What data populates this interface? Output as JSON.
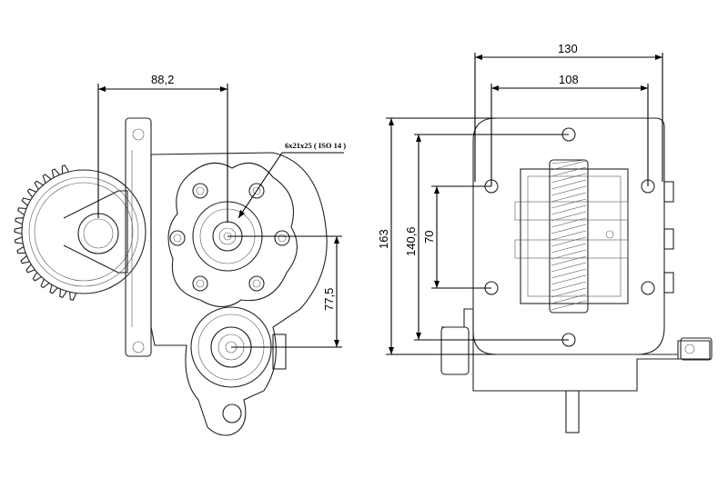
{
  "dimensions": {
    "d88_2": "88,2",
    "d77_5": "77,5",
    "d130": "130",
    "d108": "108",
    "d163": "163",
    "d140_6": "140,6",
    "d70": "70"
  },
  "notes": {
    "spline": "6x21x25 ( ISO 14 )"
  }
}
